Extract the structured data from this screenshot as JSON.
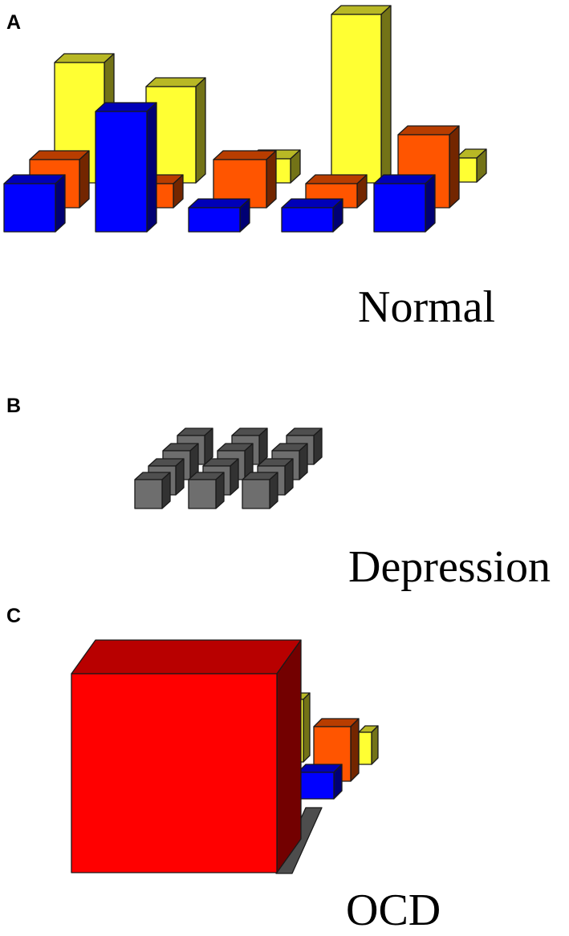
{
  "panels": {
    "a": {
      "letter": "A",
      "label": "Normal"
    },
    "b": {
      "letter": "B",
      "label": "Depression"
    },
    "c": {
      "letter": "C",
      "label": "OCD"
    }
  },
  "colors": {
    "yellow": "#ffff33",
    "orange": "#ff5500",
    "blue": "#0000ff",
    "gray": "#6e6e6e",
    "red": "#ff0000"
  }
}
